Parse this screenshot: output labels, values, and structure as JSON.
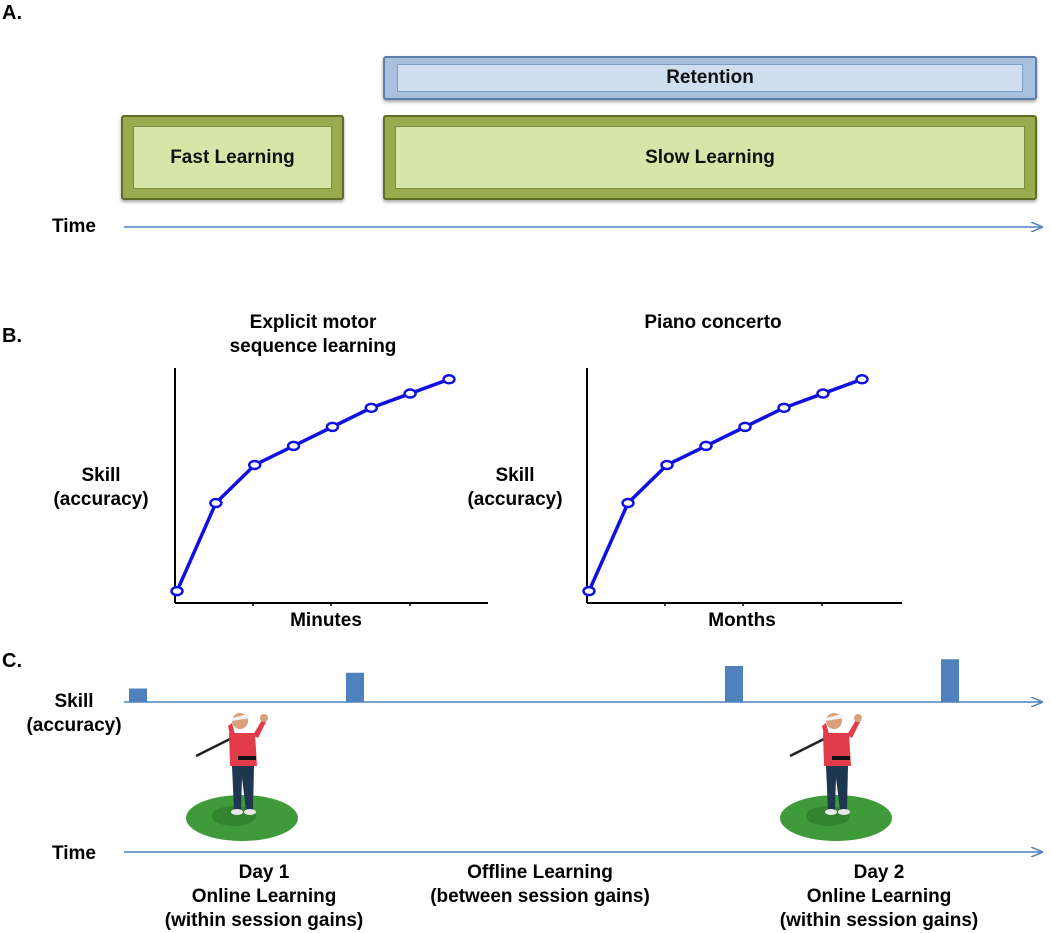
{
  "panel_a": {
    "label": "A.",
    "retention": "Retention",
    "fast_learning": "Fast Learning",
    "slow_learning": "Slow Learning",
    "time": "Time"
  },
  "panel_b": {
    "label": "B.",
    "colors": {
      "line": "#1010e0"
    },
    "charts": [
      {
        "title_line1": "Explicit motor",
        "title_line2": "sequence learning",
        "ylabel_line1": "Skill",
        "ylabel_line2": "(accuracy)",
        "xlabel": "Minutes"
      },
      {
        "title_line1": "Piano concerto",
        "title_line2": "",
        "ylabel_line1": "Skill",
        "ylabel_line2": "(accuracy)",
        "xlabel": "Months"
      }
    ]
  },
  "chart_data": [
    {
      "type": "line",
      "title": "Explicit motor sequence learning",
      "xlabel": "Minutes",
      "ylabel": "Skill (accuracy)",
      "x": [
        0,
        1,
        2,
        3,
        4,
        5,
        6,
        7
      ],
      "values": [
        0.05,
        0.42,
        0.58,
        0.66,
        0.74,
        0.82,
        0.88,
        0.94
      ],
      "ylim": [
        0,
        1
      ],
      "grid": false
    },
    {
      "type": "line",
      "title": "Piano concerto",
      "xlabel": "Months",
      "ylabel": "Skill (accuracy)",
      "x": [
        0,
        1,
        2,
        3,
        4,
        5,
        6,
        7
      ],
      "values": [
        0.05,
        0.42,
        0.58,
        0.66,
        0.74,
        0.82,
        0.88,
        0.94
      ],
      "ylim": [
        0,
        1
      ],
      "grid": false
    },
    {
      "type": "bar",
      "title": "",
      "ylabel": "Skill (accuracy)",
      "categories": [
        "",
        "",
        "",
        ""
      ],
      "values": [
        0.3,
        0.65,
        0.8,
        0.95
      ],
      "ylim": [
        0,
        1
      ],
      "grid": false
    }
  ],
  "panel_c": {
    "label": "C.",
    "skill_line1": "Skill",
    "skill_line2": "(accuracy)",
    "time": "Time",
    "colors": {
      "bar": "#4f81bd",
      "arrow": "#4f81bd"
    },
    "sessions": [
      {
        "line1": "Day 1",
        "line2": "Online Learning",
        "line3": "(within session gains)"
      },
      {
        "line1": "",
        "line2": "Offline Learning",
        "line3": "(between session gains)"
      },
      {
        "line1": "Day 2",
        "line2": "Online Learning",
        "line3": "(within session gains)"
      }
    ],
    "icons": [
      "golfer-icon",
      "golfer-icon"
    ]
  }
}
